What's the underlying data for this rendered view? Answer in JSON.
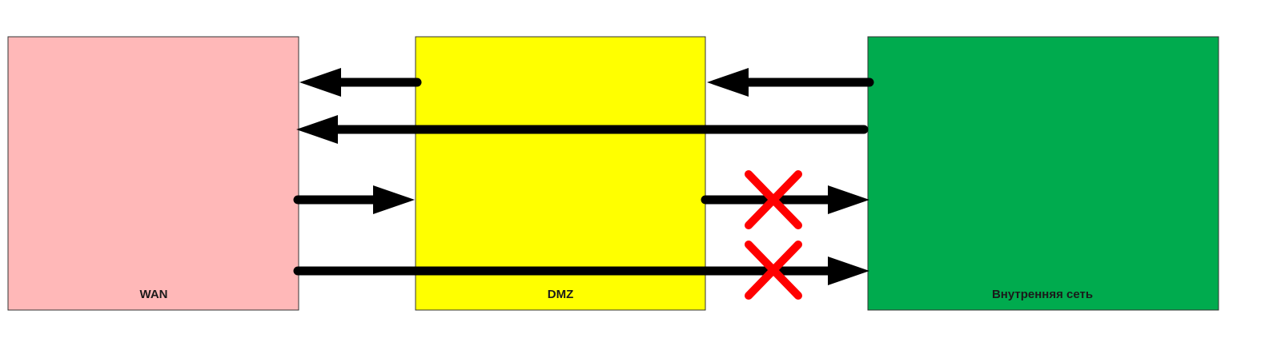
{
  "zones": [
    {
      "id": "wan",
      "label": "WAN",
      "color": "#ffb8b8"
    },
    {
      "id": "dmz",
      "label": "DMZ",
      "color": "#ffff00"
    },
    {
      "id": "internal",
      "label": "Внутренняя сеть",
      "color": "#00ab4e"
    }
  ],
  "colors": {
    "arrow": "#000000",
    "blocked_mark": "#ff0000",
    "border": "#333333"
  },
  "flows": [
    {
      "from": "dmz",
      "to": "wan",
      "allowed": true
    },
    {
      "from": "internal",
      "to": "dmz",
      "allowed": true
    },
    {
      "from": "internal",
      "to": "wan",
      "allowed": true
    },
    {
      "from": "wan",
      "to": "dmz",
      "allowed": true
    },
    {
      "from": "dmz",
      "to": "internal",
      "allowed": false
    },
    {
      "from": "wan",
      "to": "internal",
      "allowed": false
    }
  ]
}
